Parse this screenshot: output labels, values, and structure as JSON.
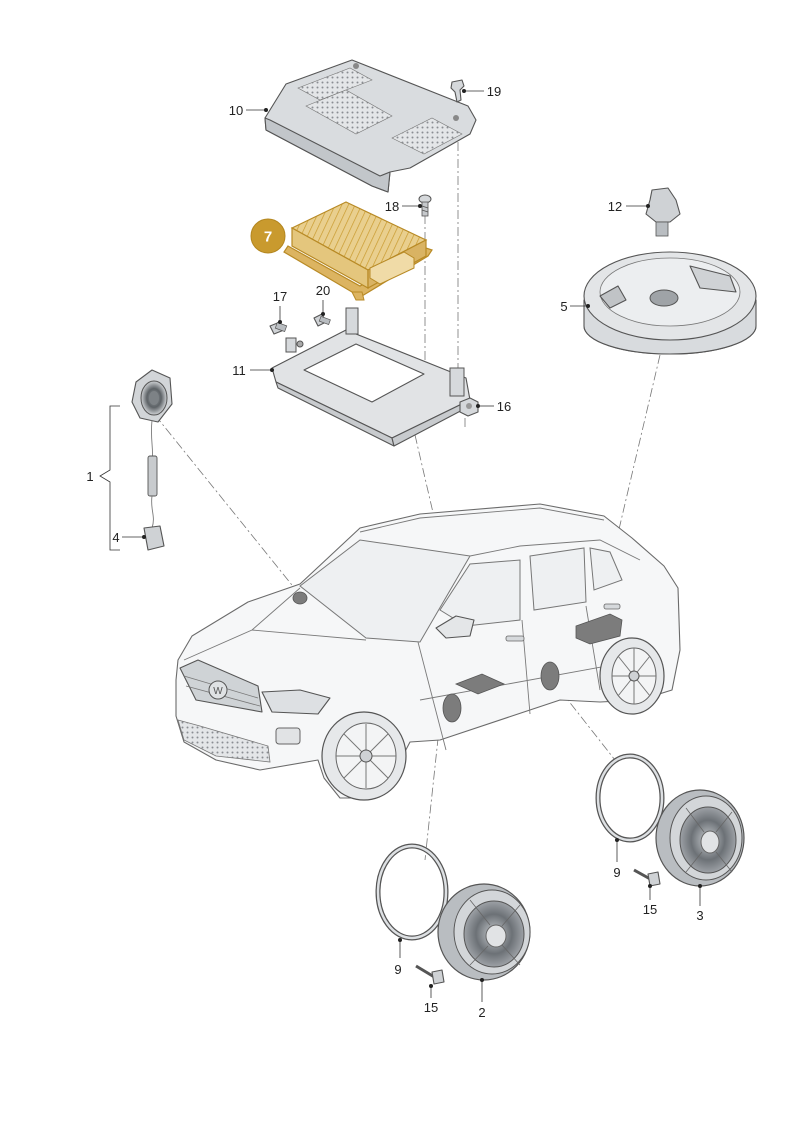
{
  "colors": {
    "highlight_fill": "#e9cf8e",
    "highlight_stroke": "#c99a2e",
    "badge_fill": "#c99a2e",
    "part_fill": "#e2e4e6",
    "part_dark": "#b9bdc1"
  },
  "highlighted_part": "7",
  "callouts": [
    {
      "id": "c10",
      "label": "10"
    },
    {
      "id": "c19",
      "label": "19"
    },
    {
      "id": "c18",
      "label": "18"
    },
    {
      "id": "c12",
      "label": "12"
    },
    {
      "id": "c5",
      "label": "5"
    },
    {
      "id": "c17",
      "label": "17"
    },
    {
      "id": "c20",
      "label": "20"
    },
    {
      "id": "c11",
      "label": "11"
    },
    {
      "id": "c16",
      "label": "16"
    },
    {
      "id": "c1",
      "label": "1"
    },
    {
      "id": "c4",
      "label": "4"
    },
    {
      "id": "c9a",
      "label": "9"
    },
    {
      "id": "c15a",
      "label": "15"
    },
    {
      "id": "c2",
      "label": "2"
    },
    {
      "id": "c9b",
      "label": "9"
    },
    {
      "id": "c15b",
      "label": "15"
    },
    {
      "id": "c3",
      "label": "3"
    }
  ]
}
